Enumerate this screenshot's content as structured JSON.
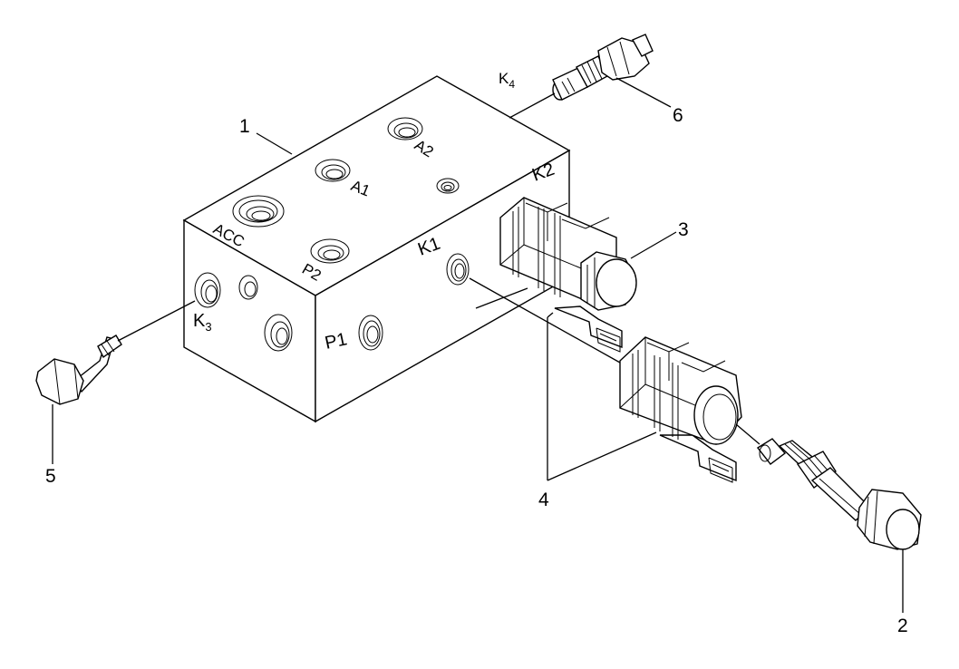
{
  "callouts": {
    "c1": "1",
    "c2": "2",
    "c3": "3",
    "c4": "4",
    "c5": "5",
    "c6": "6"
  },
  "ports": {
    "acc": "ACC",
    "a1": "A1",
    "a2": "A2",
    "p1": "P1",
    "p2": "P2",
    "k1": "K1",
    "k2": "K2",
    "k3": "K",
    "k3_sub": "3",
    "k4": "K",
    "k4_sub": "4"
  }
}
